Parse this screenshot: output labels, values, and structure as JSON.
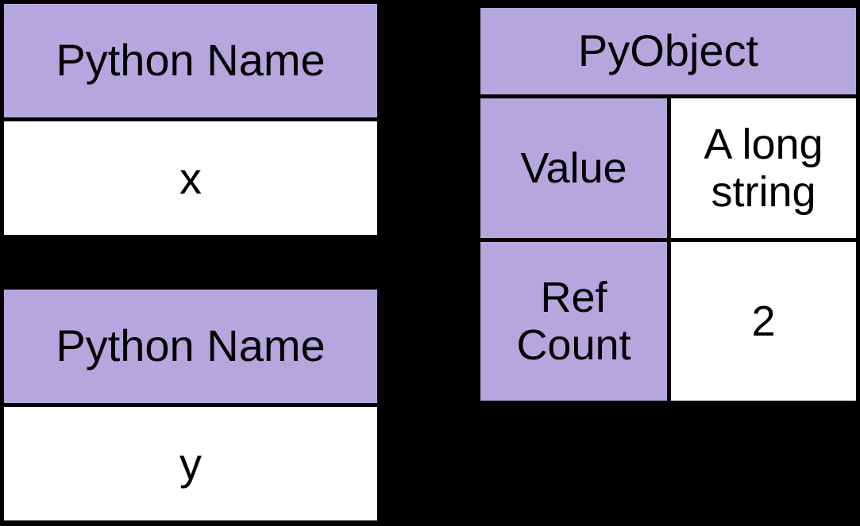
{
  "colors": {
    "background": "#000000",
    "header_fill": "#b4a7dd",
    "cell_fill": "#ffffff",
    "border": "#000000",
    "text": "#000000"
  },
  "name_table_1": {
    "header": "Python Name",
    "value": "x"
  },
  "name_table_2": {
    "header": "Python Name",
    "value": "y"
  },
  "pyobject_table": {
    "header": "PyObject",
    "rows": [
      {
        "label": "Value",
        "value": "A long string"
      },
      {
        "label": "Ref Count",
        "value": "2"
      }
    ]
  }
}
